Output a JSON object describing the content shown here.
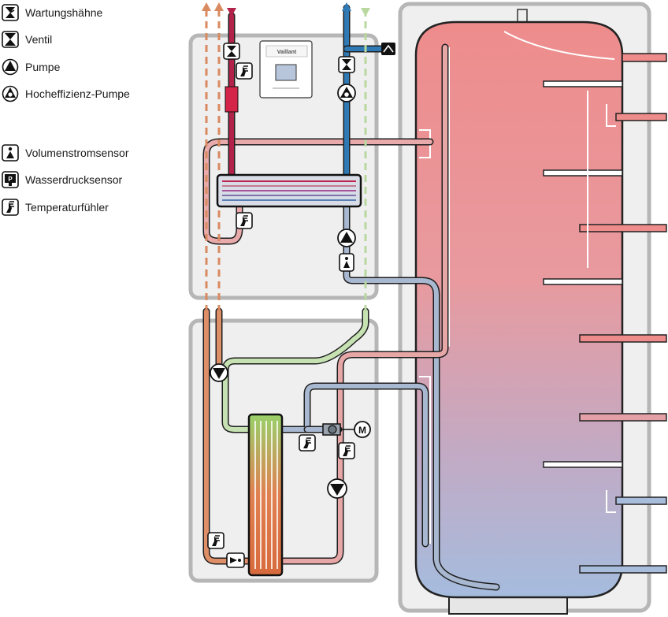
{
  "legend": {
    "items": [
      {
        "label": "Wartungshähne",
        "icon": "maintenance-tap-icon"
      },
      {
        "label": "Ventil",
        "icon": "valve-icon"
      },
      {
        "label": "Pumpe",
        "icon": "pump-icon"
      },
      {
        "label": "Hocheffizienz-Pumpe",
        "icon": "high-efficiency-pump-icon"
      },
      {
        "label": "Volumenstromsensor",
        "icon": "flow-sensor-icon"
      },
      {
        "label": "Wasserdrucksensor",
        "icon": "water-pressure-sensor-icon"
      },
      {
        "label": "Temperaturfühler",
        "icon": "temperature-sensor-icon"
      }
    ]
  },
  "controller": {
    "brand": "Vaillant"
  },
  "motor_label": "M",
  "colors": {
    "hot": "#c0244e",
    "cold": "#2f79b5",
    "warm_pipe": "#e6a6a6",
    "cool_pipe": "#a8b8d0",
    "dashed_orange": "#d98a60",
    "dashed_green": "#b8d8a0",
    "green_pipe": "#c6e2b2",
    "tank_top": "#ee8c8c",
    "tank_bottom": "#a8bcdc",
    "box_fill": "#f0f0f0",
    "box_stroke": "#b4b4b4"
  }
}
